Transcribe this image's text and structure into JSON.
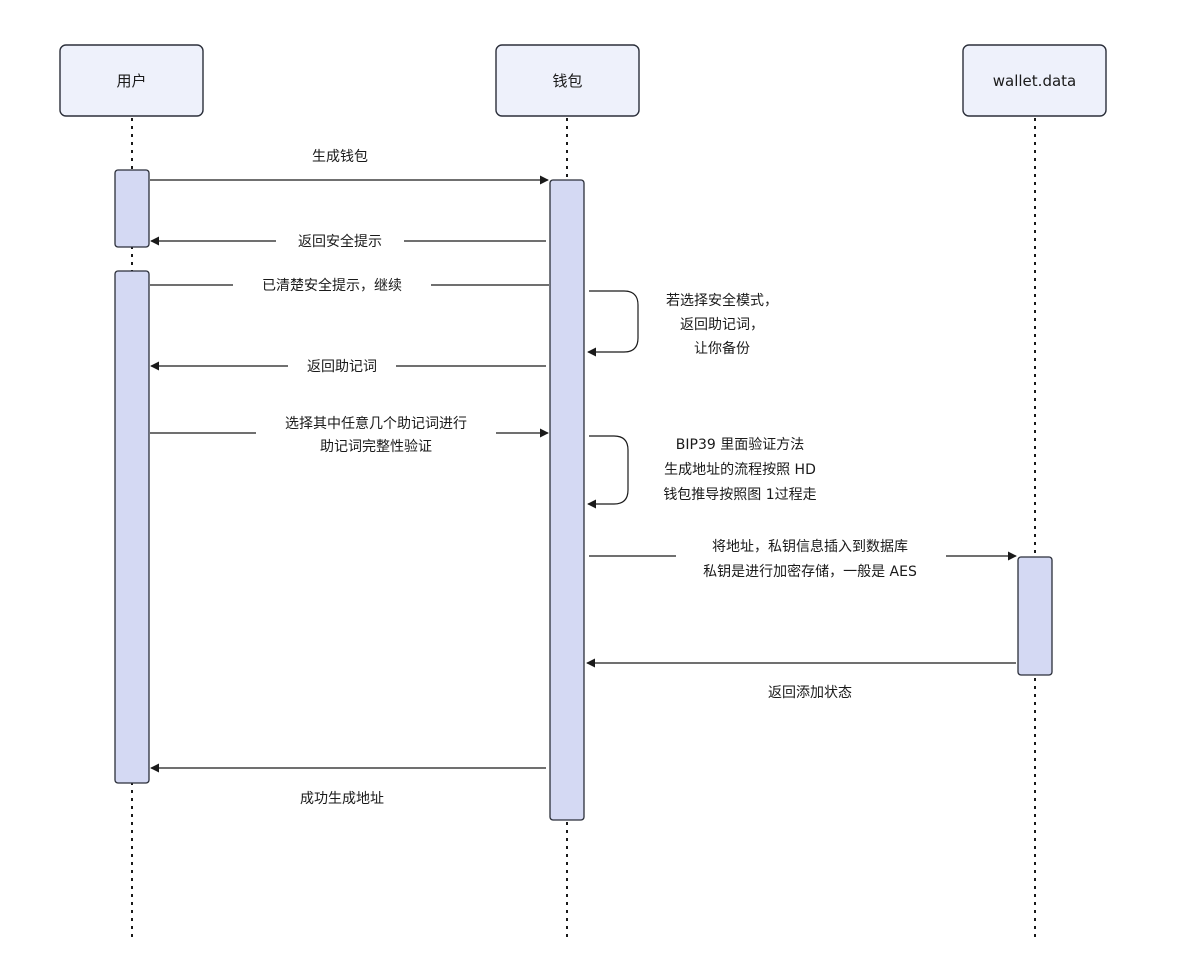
{
  "actors": {
    "user": "用户",
    "wallet": "钱包",
    "storage": "wallet.data"
  },
  "messages": {
    "m1": [
      "生成钱包"
    ],
    "m2": [
      "返回安全提示"
    ],
    "m3": [
      "已清楚安全提示，继续"
    ],
    "self1": [
      "若选择安全模式，",
      "返回助记词，",
      "让你备份"
    ],
    "m4": [
      "返回助记词"
    ],
    "m5": [
      "选择其中任意几个助记词进行",
      "助记词完整性验证"
    ],
    "self2": [
      "BIP39 里面验证方法",
      "生成地址的流程按照 HD",
      "钱包推导按照图 1过程走"
    ],
    "m6": [
      "将地址，私钥信息插入到数据库",
      "私钥是进行加密存储，一般是 AES"
    ],
    "m7": [
      "返回添加状态"
    ],
    "m8": [
      "成功生成地址"
    ]
  },
  "colors": {
    "actor_fill": "#eef1fb",
    "activation_fill": "#d4d9f3",
    "line": "#1a1a1a"
  }
}
